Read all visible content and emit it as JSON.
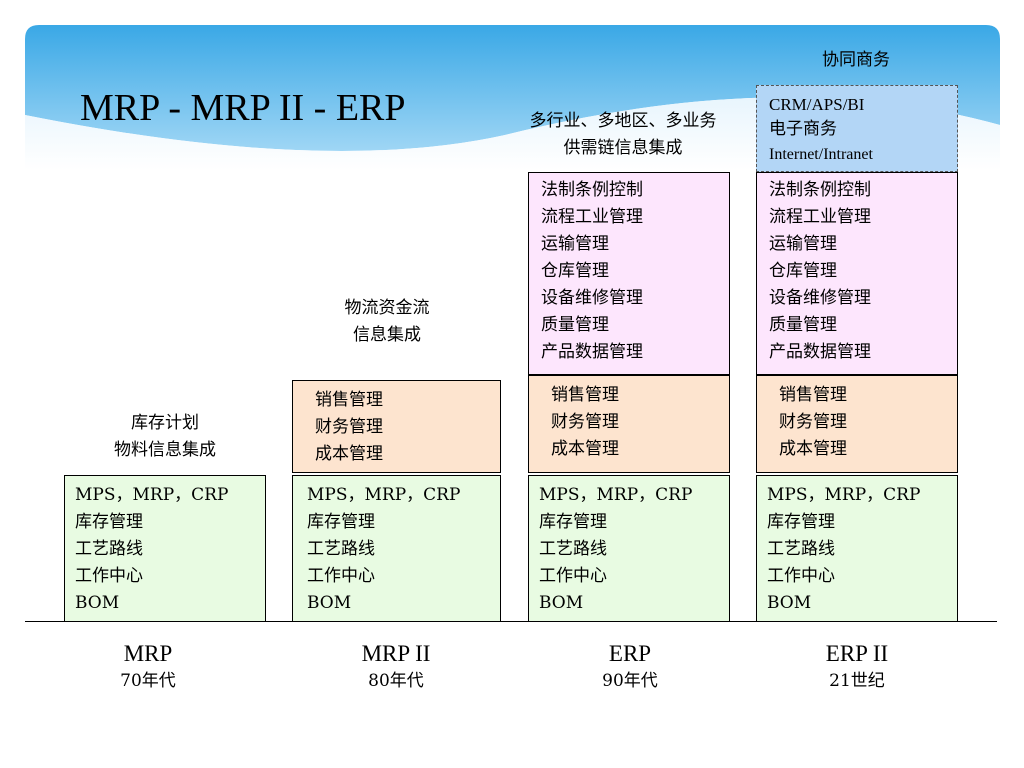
{
  "title": "MRP - MRP II - ERP",
  "labels": {
    "mrp": [
      "库存计划",
      "物料信息集成"
    ],
    "mrp2": [
      "物流资金流",
      "信息集成"
    ],
    "erp": [
      "多行业、多地区、多业务",
      "供需链信息集成"
    ],
    "erp2": [
      "协同商务"
    ]
  },
  "columns": [
    {
      "name": "MRP",
      "period": "70年代",
      "base": [
        "MPS，MRP，CRP",
        "库存管理",
        "工艺路线",
        "工作中心",
        "BOM"
      ]
    },
    {
      "name": "MRP II",
      "period": "80年代",
      "base": [
        "MPS，MRP，CRP",
        "库存管理",
        "工艺路线",
        "工作中心",
        "BOM"
      ],
      "finance": [
        "销售管理",
        "财务管理",
        "成本管理"
      ]
    },
    {
      "name": "ERP",
      "period": "90年代",
      "base": [
        "MPS，MRP，CRP",
        "库存管理",
        "工艺路线",
        "工作中心",
        "BOM"
      ],
      "finance": [
        "销售管理",
        "财务管理",
        "成本管理"
      ],
      "management": [
        "法制条例控制",
        "流程工业管理",
        "运输管理",
        "仓库管理",
        "设备维修管理",
        "质量管理",
        "产品数据管理"
      ]
    },
    {
      "name": "ERP II",
      "period": "21世纪",
      "base": [
        "MPS，MRP，CRP",
        "库存管理",
        "工艺路线",
        "工作中心",
        "BOM"
      ],
      "finance": [
        "销售管理",
        "财务管理",
        "成本管理"
      ],
      "management": [
        "法制条例控制",
        "流程工业管理",
        "运输管理",
        "仓库管理",
        "设备维修管理",
        "质量管理",
        "产品数据管理"
      ],
      "collab": [
        "CRM/APS/BI",
        "电子商务",
        "Internet/Intranet"
      ]
    }
  ],
  "colors": {
    "banner_top": "#4fb3ea",
    "banner_bottom": "#d9eefb",
    "base_fill": "#e8fbe2",
    "finance_fill": "#fde4cf",
    "management_fill": "#fde6fd",
    "collab_fill": "#b3d6f6"
  }
}
